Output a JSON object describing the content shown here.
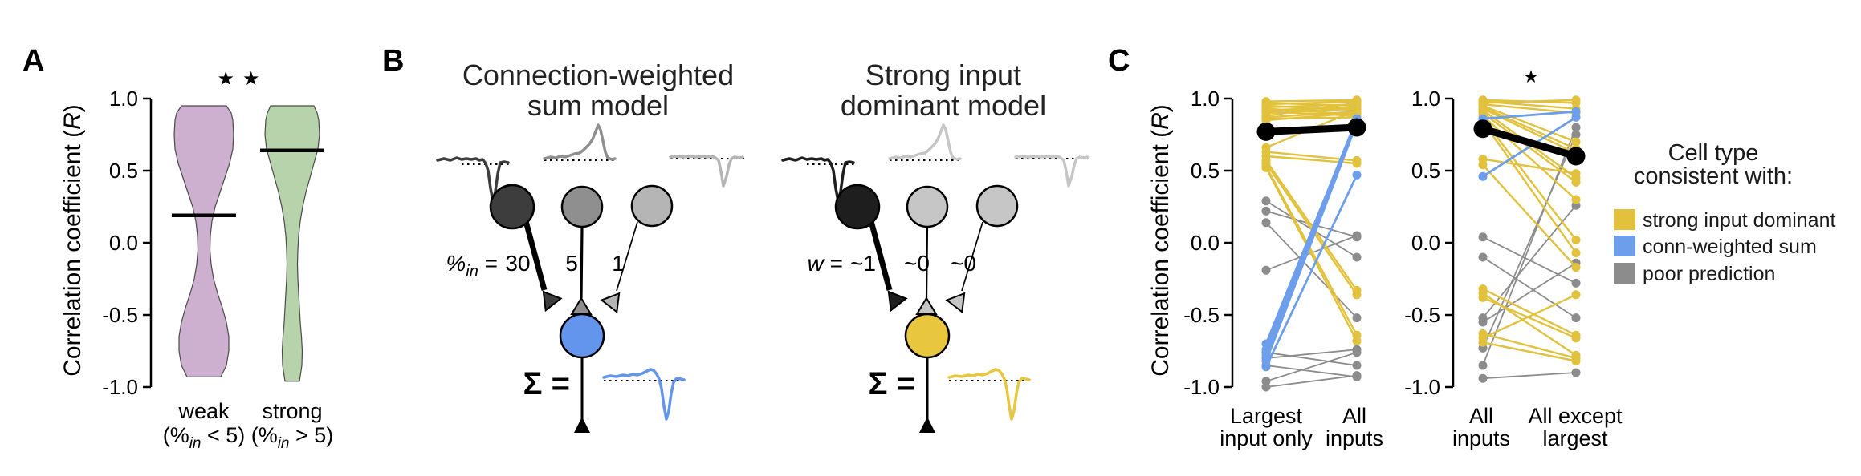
{
  "figure": {
    "panels": {
      "a": {
        "letter": "A",
        "significance": "★★",
        "ylabel_parts": [
          {
            "t": "Correlation coefficient ("
          },
          {
            "t": "R",
            "i": true
          },
          {
            "t": ")"
          }
        ],
        "groups": [
          {
            "label": "weak",
            "sub_parts": [
              {
                "t": "(%"
              },
              {
                "t": "in",
                "i": true,
                "sub": true
              },
              {
                "t": " < 5)"
              }
            ]
          },
          {
            "label": "strong",
            "sub_parts": [
              {
                "t": "(%"
              },
              {
                "t": "in",
                "i": true,
                "sub": true
              },
              {
                "t": " > 5)"
              }
            ]
          }
        ]
      },
      "b": {
        "letter": "B",
        "models": [
          {
            "title_line1": "Connection-weighted",
            "title_line2": "sum model",
            "weight_label_parts": [
              {
                "t": "%",
                "i": true
              },
              {
                "t": "in",
                "i": true,
                "sub": true
              },
              {
                "t": " ="
              }
            ],
            "weights": [
              "30",
              "5",
              "1"
            ],
            "sigma": "Σ =",
            "input_colors": [
              "#3d3d3d",
              "#8f8f8f",
              "#b5b5b5"
            ],
            "output_color": "#6495ED"
          },
          {
            "title_line1": "Strong input",
            "title_line2": "dominant model",
            "weight_label_parts": [
              {
                "t": "w",
                "i": true
              },
              {
                "t": " ="
              }
            ],
            "weights": [
              "~1",
              "~0",
              "~0"
            ],
            "sigma": "Σ =",
            "input_colors": [
              "#1e1e1e",
              "#c6c6c6",
              "#c6c6c6"
            ],
            "output_color": "#E8C63E"
          }
        ]
      },
      "c": {
        "letter": "C",
        "significance": "★",
        "ylabel_parts": [
          {
            "t": "Correlation coefficient ("
          },
          {
            "t": "R",
            "i": true
          },
          {
            "t": ")"
          }
        ],
        "plots": [
          {
            "xlabels": [
              [
                "Largest",
                "input only"
              ],
              [
                "All",
                "inputs"
              ]
            ]
          },
          {
            "xlabels": [
              [
                "All",
                "inputs"
              ],
              [
                "All except",
                "largest"
              ]
            ]
          }
        ],
        "legend": {
          "title_line1": "Cell type",
          "title_line2": "consistent with:",
          "items": [
            {
              "label": "strong input dominant",
              "color": "#E2C23C",
              "key": "strong"
            },
            {
              "label": "conn-weighted sum",
              "color": "#6D9EEB",
              "key": "conn"
            },
            {
              "label": "poor prediction",
              "color": "#8C8C8C",
              "key": "poor"
            }
          ]
        }
      }
    }
  },
  "chart_data": [
    {
      "type": "violin",
      "panel": "A",
      "ylabel": "Correlation coefficient (R)",
      "ylim": [
        -1,
        1
      ],
      "yticks": [
        1.0,
        0.5,
        0.0,
        -0.5,
        -1.0
      ],
      "tick_labels": [
        "1.0",
        "0.5",
        "0.0",
        "-0.5",
        "-1.0"
      ],
      "significance": "**",
      "categories": [
        "weak (%in < 5)",
        "strong (%in > 5)"
      ],
      "medians": [
        0.19,
        0.64
      ],
      "ranges": [
        [
          -0.93,
          0.95
        ],
        [
          -0.96,
          0.95
        ]
      ],
      "violin_colors": [
        "#CDAFD0",
        "#B7D3AB"
      ],
      "profiles": [
        [
          [
            0.95,
            28
          ],
          [
            0.9,
            34
          ],
          [
            0.85,
            36
          ],
          [
            0.75,
            37
          ],
          [
            0.65,
            36
          ],
          [
            0.55,
            32
          ],
          [
            0.45,
            26
          ],
          [
            0.35,
            20
          ],
          [
            0.25,
            14
          ],
          [
            0.15,
            10
          ],
          [
            0.05,
            8
          ],
          [
            -0.05,
            7.5
          ],
          [
            -0.15,
            9
          ],
          [
            -0.25,
            12
          ],
          [
            -0.35,
            17
          ],
          [
            -0.45,
            23
          ],
          [
            -0.55,
            28
          ],
          [
            -0.65,
            31
          ],
          [
            -0.75,
            31
          ],
          [
            -0.85,
            28
          ],
          [
            -0.93,
            21
          ]
        ],
        [
          [
            0.95,
            27
          ],
          [
            0.9,
            31
          ],
          [
            0.85,
            33
          ],
          [
            0.75,
            34
          ],
          [
            0.65,
            32
          ],
          [
            0.55,
            27
          ],
          [
            0.45,
            22
          ],
          [
            0.35,
            17
          ],
          [
            0.25,
            13
          ],
          [
            0.15,
            10
          ],
          [
            0.05,
            8
          ],
          [
            -0.05,
            7
          ],
          [
            -0.15,
            6.5
          ],
          [
            -0.25,
            7
          ],
          [
            -0.35,
            8
          ],
          [
            -0.45,
            9
          ],
          [
            -0.55,
            10
          ],
          [
            -0.65,
            11.5
          ],
          [
            -0.75,
            12.5
          ],
          [
            -0.85,
            12
          ],
          [
            -0.96,
            9
          ]
        ]
      ]
    },
    {
      "type": "paired-line",
      "panel": "C-left",
      "conditions": [
        "Largest input only",
        "All inputs"
      ],
      "ylim": [
        -1,
        1
      ],
      "yticks": [
        1.0,
        0.5,
        0.0,
        -0.5,
        -1.0
      ],
      "tick_labels": [
        "1.0",
        "0.5",
        "0.0",
        "-0.5",
        "-1.0"
      ],
      "mean_pair": [
        0.77,
        0.8
      ],
      "pairs": [
        {
          "a": 0.98,
          "b": 0.99,
          "t": "strong"
        },
        {
          "a": 0.97,
          "b": 0.95,
          "t": "strong"
        },
        {
          "a": 0.96,
          "b": 0.98,
          "t": "strong"
        },
        {
          "a": 0.95,
          "b": 0.92,
          "t": "strong"
        },
        {
          "a": 0.94,
          "b": 0.96,
          "t": "strong"
        },
        {
          "a": 0.93,
          "b": 0.89,
          "t": "strong"
        },
        {
          "a": 0.92,
          "b": 0.94,
          "t": "strong"
        },
        {
          "a": 0.91,
          "b": 0.88,
          "t": "strong"
        },
        {
          "a": 0.9,
          "b": 0.93,
          "t": "strong"
        },
        {
          "a": 0.88,
          "b": 0.97,
          "t": "strong"
        },
        {
          "a": 0.87,
          "b": 0.91,
          "t": "strong"
        },
        {
          "a": 0.86,
          "b": 0.87,
          "t": "strong"
        },
        {
          "a": 0.85,
          "b": 0.9,
          "t": "strong"
        },
        {
          "a": 0.66,
          "b": 0.92,
          "t": "strong"
        },
        {
          "a": 0.63,
          "b": 0.57,
          "t": "strong"
        },
        {
          "a": 0.6,
          "b": 0.55,
          "t": "strong"
        },
        {
          "a": 0.57,
          "b": -0.33,
          "t": "strong"
        },
        {
          "a": 0.55,
          "b": -0.36,
          "t": "strong"
        },
        {
          "a": 0.53,
          "b": -0.64,
          "t": "strong"
        },
        {
          "a": 0.52,
          "b": -0.68,
          "t": "strong"
        },
        {
          "a": -0.7,
          "b": 0.86,
          "t": "conn"
        },
        {
          "a": -0.74,
          "b": 0.85,
          "t": "conn"
        },
        {
          "a": -0.78,
          "b": 0.84,
          "t": "conn"
        },
        {
          "a": -0.82,
          "b": 0.83,
          "t": "conn"
        },
        {
          "a": -0.86,
          "b": 0.47,
          "t": "conn"
        },
        {
          "a": 0.29,
          "b": -0.1,
          "t": "poor"
        },
        {
          "a": 0.22,
          "b": 0.04,
          "t": "poor"
        },
        {
          "a": 0.14,
          "b": -0.52,
          "t": "poor"
        },
        {
          "a": -0.19,
          "b": 0.05,
          "t": "poor"
        },
        {
          "a": -0.76,
          "b": -0.85,
          "t": "poor"
        },
        {
          "a": -0.8,
          "b": -0.74,
          "t": "poor"
        },
        {
          "a": -0.85,
          "b": -0.93,
          "t": "poor"
        },
        {
          "a": -0.96,
          "b": -0.76,
          "t": "poor"
        },
        {
          "a": -1.0,
          "b": -0.92,
          "t": "poor"
        }
      ]
    },
    {
      "type": "paired-line",
      "panel": "C-right",
      "conditions": [
        "All inputs",
        "All except largest"
      ],
      "ylim": [
        -1,
        1
      ],
      "yticks": [
        1.0,
        0.5,
        0.0,
        -0.5,
        -1.0
      ],
      "tick_labels": [
        "1.0",
        "0.5",
        "0.0",
        "-0.5",
        "-1.0"
      ],
      "significance": "*",
      "mean_pair": [
        0.79,
        0.6
      ],
      "pairs": [
        {
          "a": 0.99,
          "b": 0.97,
          "t": "strong"
        },
        {
          "a": 0.98,
          "b": 0.93,
          "t": "strong"
        },
        {
          "a": 0.97,
          "b": 0.99,
          "t": "strong"
        },
        {
          "a": 0.96,
          "b": 0.9,
          "t": "strong"
        },
        {
          "a": 0.95,
          "b": 0.7,
          "t": "strong"
        },
        {
          "a": 0.94,
          "b": 0.65,
          "t": "strong"
        },
        {
          "a": 0.93,
          "b": 0.62,
          "t": "strong"
        },
        {
          "a": 0.92,
          "b": 0.45,
          "t": "strong"
        },
        {
          "a": 0.9,
          "b": 0.42,
          "t": "strong"
        },
        {
          "a": 0.88,
          "b": 0.3,
          "t": "strong"
        },
        {
          "a": 0.86,
          "b": 0.02,
          "t": "strong"
        },
        {
          "a": 0.84,
          "b": -0.07,
          "t": "strong"
        },
        {
          "a": 0.58,
          "b": 0.48,
          "t": "strong"
        },
        {
          "a": 0.54,
          "b": -0.17,
          "t": "strong"
        },
        {
          "a": -0.32,
          "b": -0.64,
          "t": "strong"
        },
        {
          "a": -0.35,
          "b": -0.78,
          "t": "strong"
        },
        {
          "a": -0.38,
          "b": -0.66,
          "t": "strong"
        },
        {
          "a": -0.63,
          "b": -0.8,
          "t": "strong"
        },
        {
          "a": -0.66,
          "b": -0.36,
          "t": "strong"
        },
        {
          "a": -0.69,
          "b": -0.82,
          "t": "strong"
        },
        {
          "a": 0.86,
          "b": 0.91,
          "t": "conn"
        },
        {
          "a": 0.46,
          "b": 0.87,
          "t": "conn"
        },
        {
          "a": 0.04,
          "b": -0.28,
          "t": "poor"
        },
        {
          "a": -0.1,
          "b": -0.52,
          "t": "poor"
        },
        {
          "a": -0.52,
          "b": 0.26,
          "t": "poor"
        },
        {
          "a": -0.55,
          "b": -0.14,
          "t": "poor"
        },
        {
          "a": -0.73,
          "b": 0.75,
          "t": "poor"
        },
        {
          "a": -0.85,
          "b": 0.8,
          "t": "poor"
        },
        {
          "a": -0.94,
          "b": -0.9,
          "t": "poor"
        }
      ]
    }
  ]
}
